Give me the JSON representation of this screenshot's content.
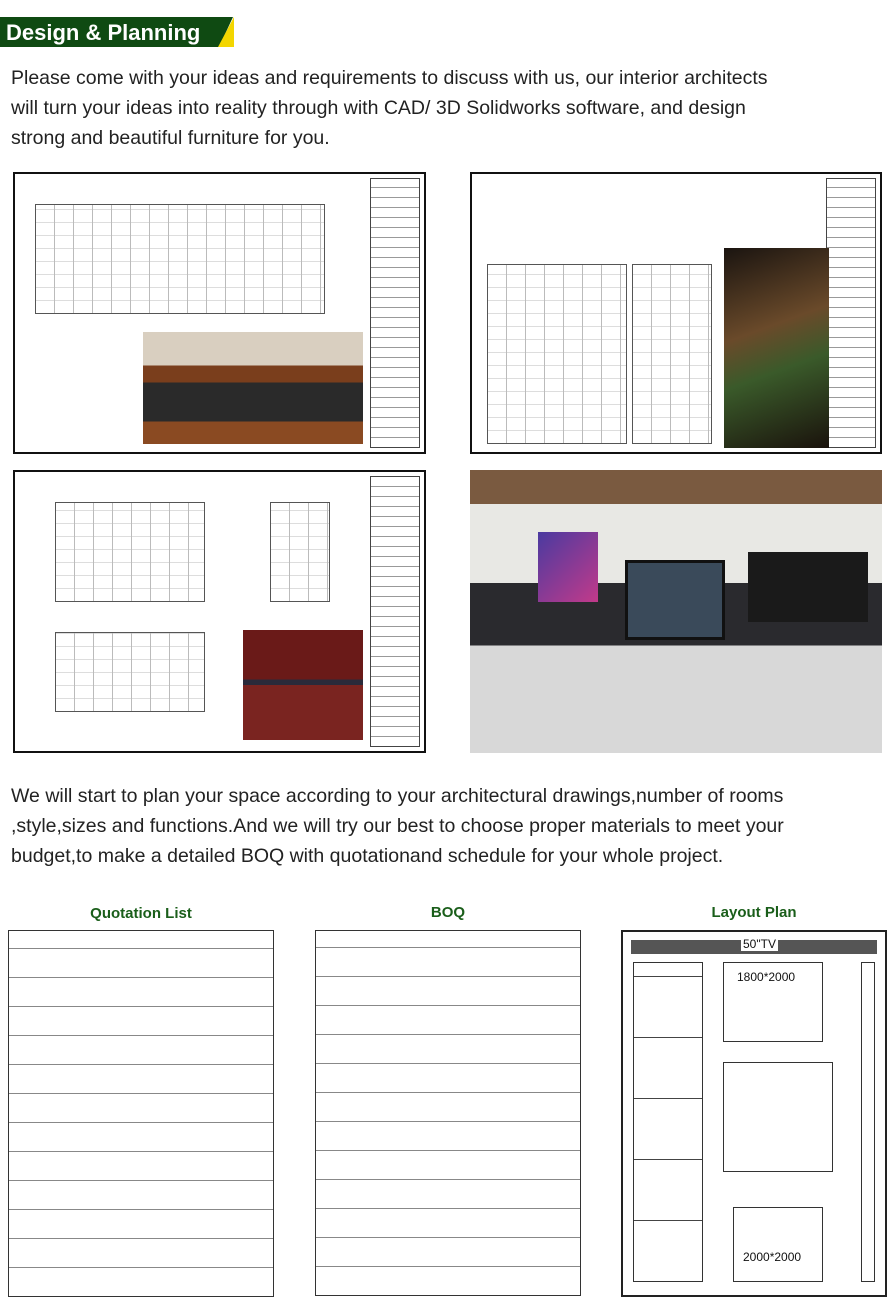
{
  "header": {
    "title": "Design & Planning",
    "bg_color": "#0f4a12",
    "accent_color": "#f3d600"
  },
  "intro": {
    "lines": [
      "Please come with your ideas and requirements to discuss with us, our interior architects",
      "will turn your ideas into reality through with CAD/ 3D Solidworks software, and design",
      "strong and beautiful furniture for you."
    ]
  },
  "planning": {
    "lines": [
      "We will start to plan your space according to your architectural drawings,number of rooms",
      ",style,sizes and functions.And we will try our best to choose proper materials to meet your",
      "budget,to make a detailed BOQ with quotationand schedule for your whole project."
    ]
  },
  "documents": [
    {
      "label": "Quotation List"
    },
    {
      "label": "BOQ"
    },
    {
      "label": "Layout Plan",
      "annotations": [
        "50\"TV",
        "1800*2000",
        "2000*2000"
      ]
    }
  ]
}
